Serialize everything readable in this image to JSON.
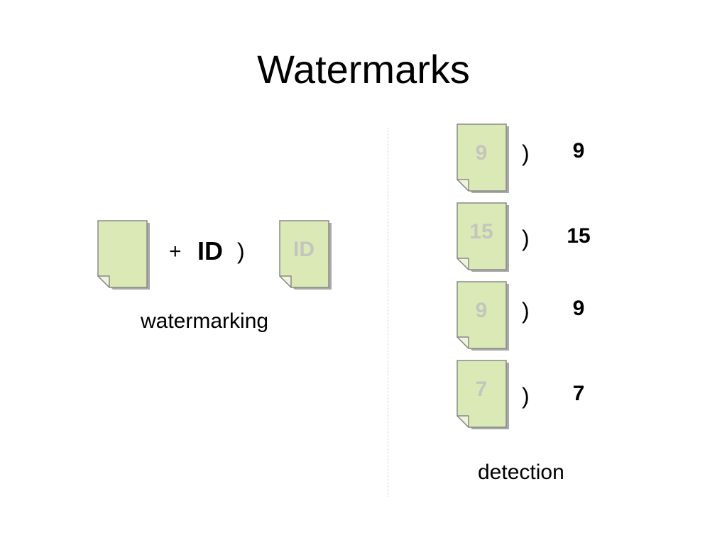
{
  "title": "Watermarks",
  "watermarking": {
    "plus": "+",
    "id_token": "ID",
    "arrow": ")",
    "output_document_label": "ID",
    "caption": "watermarking"
  },
  "detection": {
    "rows": [
      {
        "document_label": "9",
        "arrow": ")",
        "result": "9"
      },
      {
        "document_label": "15",
        "arrow": ")",
        "result": "15"
      },
      {
        "document_label": "9",
        "arrow": ")",
        "result": "9"
      },
      {
        "document_label": "7",
        "arrow": ")",
        "result": "7"
      }
    ],
    "caption": "detection"
  },
  "colors": {
    "document_fill": "#dbe9b7",
    "document_border": "#8a8a8a",
    "document_shadow": "#a9a9a9",
    "document_label": "#c2c6bd",
    "divider": "#cfcfcf"
  },
  "icons": {
    "document": "document-with-folded-corner-icon"
  }
}
